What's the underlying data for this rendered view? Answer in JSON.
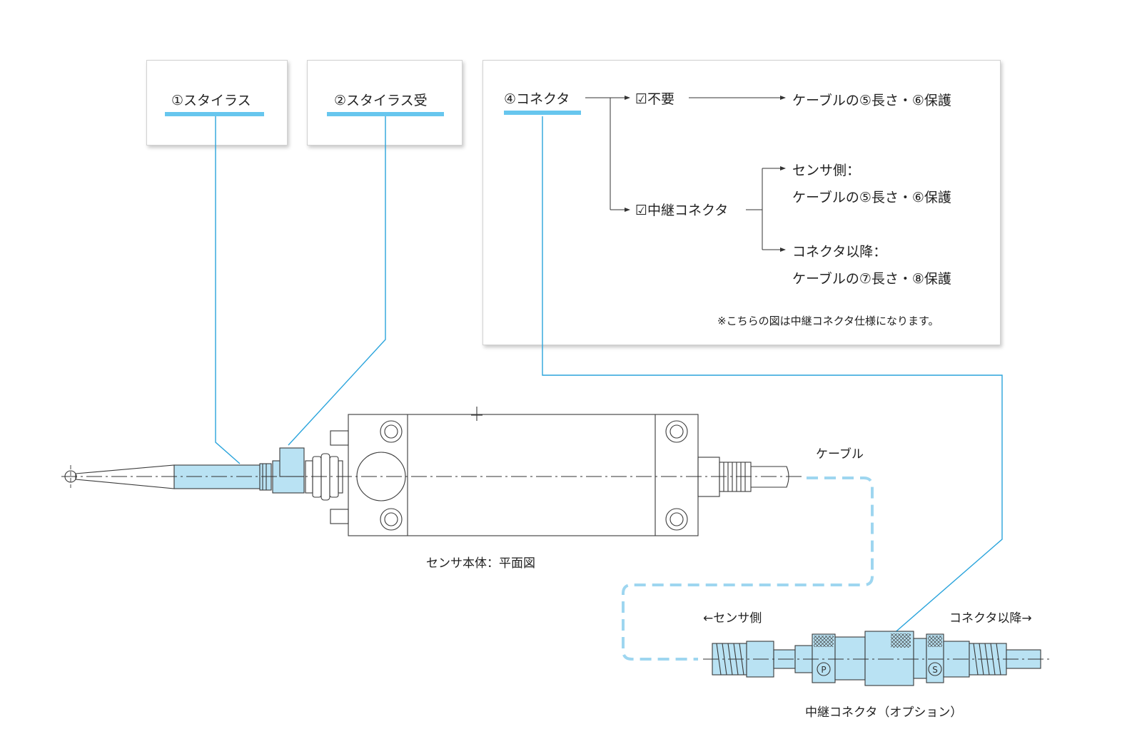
{
  "parts": {
    "stylus": "①スタイラス",
    "stylus_holder": "②スタイラス受",
    "connector": "④コネクタ"
  },
  "flow": {
    "not_required": "☑不要",
    "cable_length_protection_a": "ケーブルの⑤長さ・⑥保護",
    "relay_connector": "☑中継コネクタ",
    "sensor_side": "センサ側：",
    "sensor_side_cable": "ケーブルの⑤長さ・⑥保護",
    "after_connector": "コネクタ以降：",
    "after_connector_cable": "ケーブルの⑦長さ・⑧保護",
    "note": "※こちらの図は中継コネクタ仕様になります。"
  },
  "drawing": {
    "cable_label": "ケーブル",
    "body_caption": "センサ本体：平面図",
    "left_side": "←センサ側",
    "right_side": "コネクタ以降→",
    "relay_caption": "中継コネクタ（オプション）",
    "mark_p": "P",
    "mark_s": "S"
  },
  "colors": {
    "highlight_fill": "#b9e2f3",
    "leader_line": "#2aa4dc",
    "underline_bar": "#67c6ee",
    "dashed_cable": "#9ed6f0",
    "outline": "#3a3a3a"
  }
}
